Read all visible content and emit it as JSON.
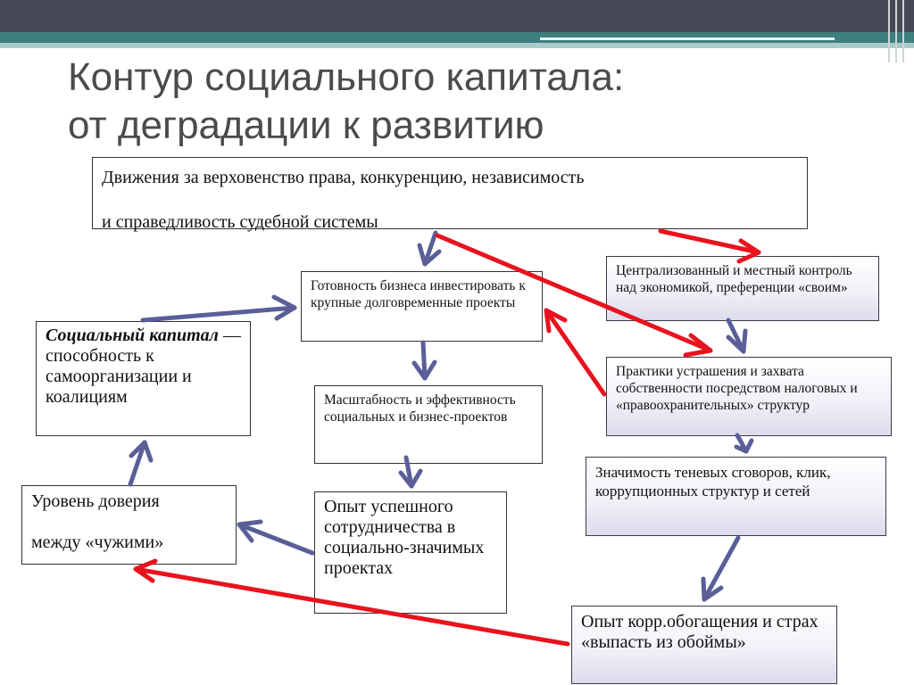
{
  "title": "Контур социального капитала:\nот деградации к развитию",
  "boxes": {
    "top_line1": "Движения за верховенство права, конкуренцию, независимость",
    "top_line2": "и справедливость судебной системы",
    "readiness": "Готовность бизнеса инвестировать к крупные долговременные проекты",
    "scale": "Масштабность и эффективность социальных и бизнес-проектов",
    "experience": "Опыт успешного сотрудничества в социально-значимых проектах",
    "social_capital_term": "Социальный капитал",
    "social_capital_def": " — способность к самоорганизации и коалициям",
    "trust_line1": "Уровень доверия",
    "trust_line2": "между «чужими»",
    "centralized": "Централизованный и местный контроль над экономикой, преференции «своим»",
    "practices": "Практики устрашения и захвата собственности посредством налоговых и «правоохранительных» структур",
    "shadow": "Значимость теневых сговоров, клик, коррупционных структур и сетей",
    "corruption": "Опыт корр.обогащения и страх «выпасть из обоймы»"
  },
  "colors": {
    "positive_arrow": "#5a5f98",
    "negative_arrow": "#e8131e",
    "header_dark": "#454957",
    "header_teal": "#3d7e7e"
  }
}
